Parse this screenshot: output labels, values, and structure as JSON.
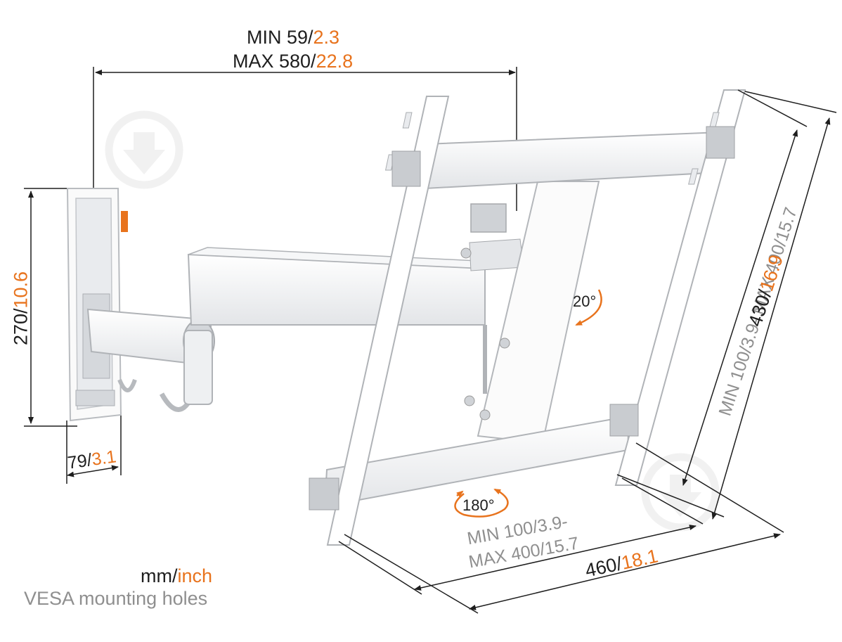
{
  "dimensions": {
    "depth": {
      "min_mm": "MIN 59/",
      "min_in": "2.3",
      "max_mm": "MAX 580/",
      "max_in": "22.8"
    },
    "wall_plate_height": {
      "mm": "270/",
      "in": "10.6"
    },
    "wall_plate_width": {
      "mm": "79/",
      "in": "3.1"
    },
    "vesa_vertical": {
      "text_a": "MIN 100/",
      "text_b": "3.9",
      "text_c": "- MAX 400/",
      "text_d": "15.7"
    },
    "frame_height": {
      "mm": "430/",
      "in": "16.9"
    },
    "vesa_horizontal": {
      "line1_a": "MIN 100/",
      "line1_b": "3.9-",
      "line2_a": "MAX 400/",
      "line2_b": "15.7"
    },
    "frame_width": {
      "mm": "460/",
      "in": "18.1"
    }
  },
  "angles": {
    "tilt": "20°",
    "rotation": "180°"
  },
  "legend": {
    "unit_mm": "mm/",
    "unit_inch": "inch",
    "vesa_note": "VESA mounting holes"
  },
  "colors": {
    "accent": "#e8731d",
    "text": "#1e1e1e",
    "muted": "#8f8f8f",
    "metal": "#d9dcdf",
    "watermark": "#ececec"
  },
  "icons": [
    "download-watermark-icon",
    "rotate-arrow-icon"
  ]
}
